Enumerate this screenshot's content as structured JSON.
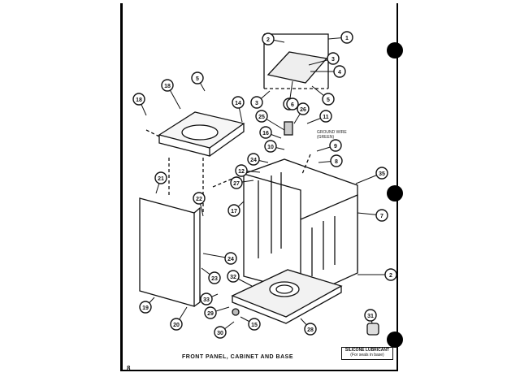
{
  "caption": "FRONT PANEL, CABINET AND BASE",
  "page_number": "8",
  "ground_wire": {
    "line1": "GROUND WIRE",
    "line2": "(GREEN)"
  },
  "lubricant": {
    "line1": "SILICONE LUBRICANT",
    "line2": "(For seals in base)"
  },
  "callouts": [
    {
      "id": "c1",
      "label": "1"
    },
    {
      "id": "c2a",
      "label": "2"
    },
    {
      "id": "c3a",
      "label": "3"
    },
    {
      "id": "c4",
      "label": "4"
    },
    {
      "id": "c3b",
      "label": "3"
    },
    {
      "id": "c6a",
      "label": "6"
    },
    {
      "id": "c5",
      "label": "5"
    },
    {
      "id": "c6b",
      "label": "6"
    },
    {
      "id": "c26",
      "label": "26"
    },
    {
      "id": "c11",
      "label": "11"
    },
    {
      "id": "c25",
      "label": "25"
    },
    {
      "id": "c9",
      "label": "9"
    },
    {
      "id": "c8",
      "label": "8"
    },
    {
      "id": "c16a",
      "label": "16"
    },
    {
      "id": "c10",
      "label": "10"
    },
    {
      "id": "c14",
      "label": "14"
    },
    {
      "id": "c18",
      "label": "18"
    },
    {
      "id": "c5b",
      "label": "5"
    },
    {
      "id": "c19top",
      "label": "18"
    },
    {
      "id": "c24a",
      "label": "24"
    },
    {
      "id": "c12",
      "label": "12"
    },
    {
      "id": "c27",
      "label": "27"
    },
    {
      "id": "c35",
      "label": "35"
    },
    {
      "id": "c21",
      "label": "21"
    },
    {
      "id": "c22",
      "label": "22"
    },
    {
      "id": "c17",
      "label": "17"
    },
    {
      "id": "c7",
      "label": "7"
    },
    {
      "id": "c24b",
      "label": "24"
    },
    {
      "id": "c23",
      "label": "23"
    },
    {
      "id": "c2b",
      "label": "2"
    },
    {
      "id": "c32",
      "label": "32"
    },
    {
      "id": "c33",
      "label": "33"
    },
    {
      "id": "c19",
      "label": "19"
    },
    {
      "id": "c29",
      "label": "29"
    },
    {
      "id": "c20",
      "label": "20"
    },
    {
      "id": "c30",
      "label": "30"
    },
    {
      "id": "c15",
      "label": "15"
    },
    {
      "id": "c28",
      "label": "28"
    },
    {
      "id": "c31",
      "label": "31"
    }
  ]
}
